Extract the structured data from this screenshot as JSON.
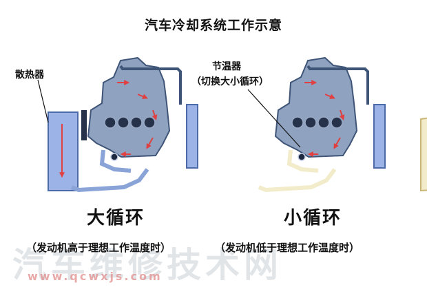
{
  "title": "汽车冷却系统工作示意",
  "labels": {
    "radiator": "散热器",
    "thermostat": "节温器",
    "thermostat_note": "（切换大小循环）"
  },
  "modes": {
    "large": {
      "name": "大循环",
      "condition": "（发动机高于理想工作温度时）"
    },
    "small": {
      "name": "小循环",
      "condition": "（发动机低于理想工作温度时）"
    }
  },
  "watermark": {
    "text": "汽车维修技术网",
    "url": "www.qcwxjs.com"
  },
  "colors": {
    "engine_fill": "#8fa2c0",
    "engine_stroke": "#3f5578",
    "radiator_active": "#9bb3e6",
    "radiator_inactive": "#f2eccb",
    "pipe_active": "#8aa4d8",
    "pipe_inactive": "#f2eccb",
    "flow_arrow": "#e04040"
  }
}
